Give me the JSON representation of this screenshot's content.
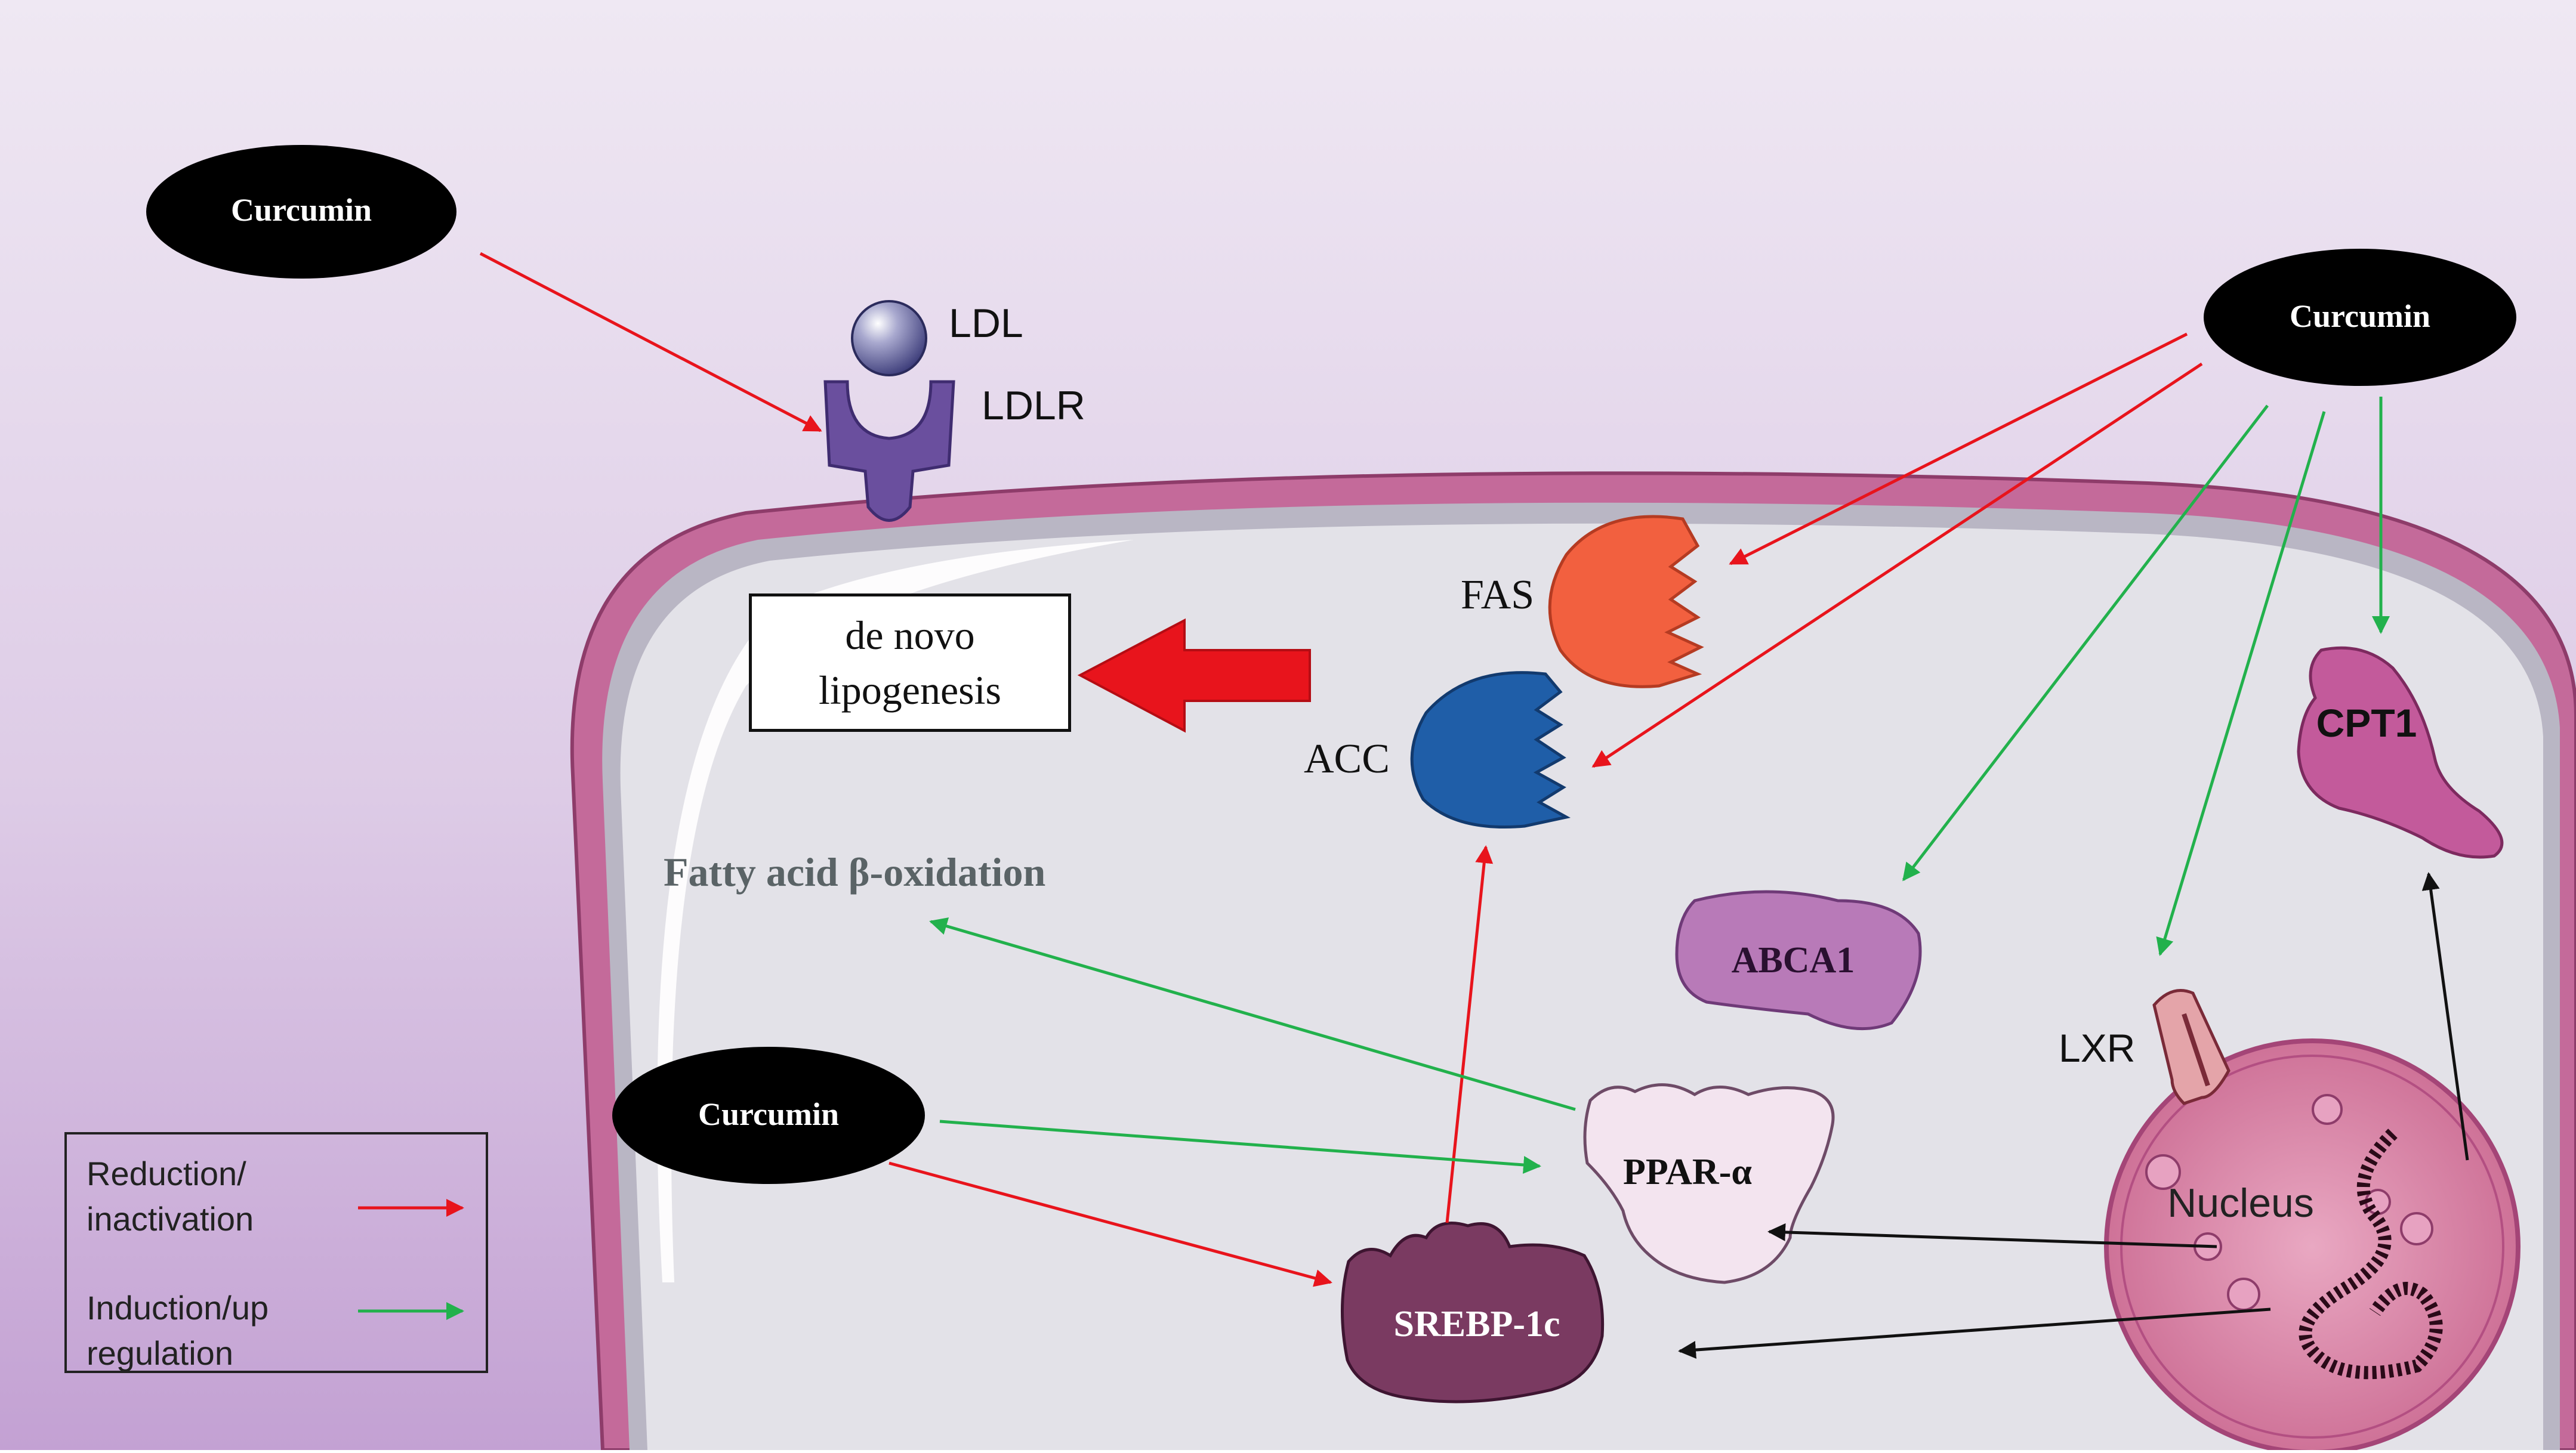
{
  "curcumin_labels": {
    "top_left": "Curcumin",
    "top_right": "Curcumin",
    "bottom_left": "Curcumin"
  },
  "receptor": {
    "ligand": "LDL",
    "receptor": "LDLR"
  },
  "process_box": {
    "line1": "de novo",
    "line2": "lipogenesis"
  },
  "enzymes": {
    "fas": "FAS",
    "acc": "ACC",
    "cpt1": "CPT1",
    "abca1": "ABCA1",
    "lxr": "LXR",
    "ppar": "PPAR-α",
    "srebp": "SREBP-1c",
    "nucleus": "Nucleus"
  },
  "process_label": "Fatty acid β-oxidation",
  "legend": {
    "reduction": "Reduction/\ninactivation",
    "induction": "Induction/up\nregulation"
  },
  "colors": {
    "reduction_arrow": "#e8141c",
    "induction_arrow": "#22b14c",
    "regulation_arrow": "#111111",
    "curcumin_fill": "#000000",
    "cell_membrane": "#c46a9a",
    "background_top": "#ede4f2",
    "background_bottom": "#c7a7d6"
  }
}
